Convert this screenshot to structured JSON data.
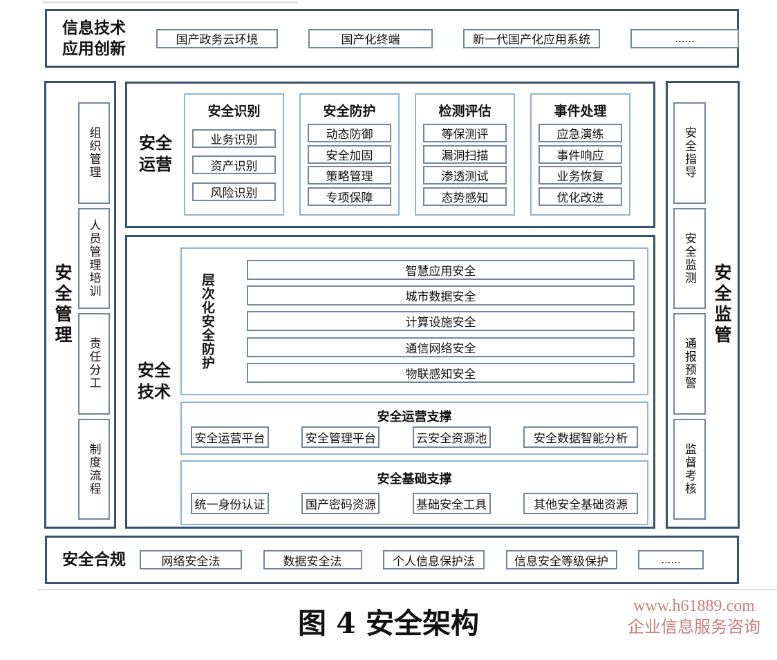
{
  "colors": {
    "outer_border": "#35516e",
    "group_border": "#8fb3d1",
    "item_border": "#74879a",
    "watermark_text": "#c87e7e",
    "divider": "#babdbf"
  },
  "top_section": {
    "title": "信息技术\n应用创新",
    "items": [
      "国产政务云环境",
      "国产化终端",
      "新一代国产化应用系统",
      "......"
    ]
  },
  "left_bar": {
    "title": "安全管理",
    "items": [
      "组织管理",
      "人员管理培训",
      "责任分工",
      "制度流程"
    ]
  },
  "right_bar": {
    "title": "安全监管",
    "items": [
      "安全指导",
      "安全监测",
      "通报预警",
      "监督考核"
    ]
  },
  "operations": {
    "title": "安全\n运营",
    "columns": [
      {
        "header": "安全识别",
        "items": [
          "业务识别",
          "资产识别",
          "风险识别"
        ]
      },
      {
        "header": "安全防护",
        "items": [
          "动态防御",
          "安全加固",
          "策略管理",
          "专项保障"
        ]
      },
      {
        "header": "检测评估",
        "items": [
          "等保测评",
          "漏洞扫描",
          "渗透测试",
          "态势感知"
        ]
      },
      {
        "header": "事件处理",
        "items": [
          "应急演练",
          "事件响应",
          "业务恢复",
          "优化改进"
        ]
      }
    ]
  },
  "technology": {
    "title": "安全\n技术",
    "layered": {
      "title": "层次化安全防护",
      "items": [
        "智慧应用安全",
        "城市数据安全",
        "计算设施安全",
        "通信网络安全",
        "物联感知安全"
      ]
    },
    "ops_support": {
      "title": "安全运营支撑",
      "items": [
        "安全运营平台",
        "安全管理平台",
        "云安全资源池",
        "安全数据智能分析"
      ]
    },
    "base_support": {
      "title": "安全基础支撑",
      "items": [
        "统一身份认证",
        "国产密码资源",
        "基础安全工具",
        "其他安全基础资源"
      ]
    }
  },
  "compliance": {
    "title": "安全合规",
    "items": [
      "网络安全法",
      "数据安全法",
      "个人信息保护法",
      "信息安全等级保护",
      "......"
    ]
  },
  "caption": "图 4 安全架构",
  "watermark": {
    "line1": "www.h61889.com",
    "line2": "企业信息服务咨询"
  }
}
